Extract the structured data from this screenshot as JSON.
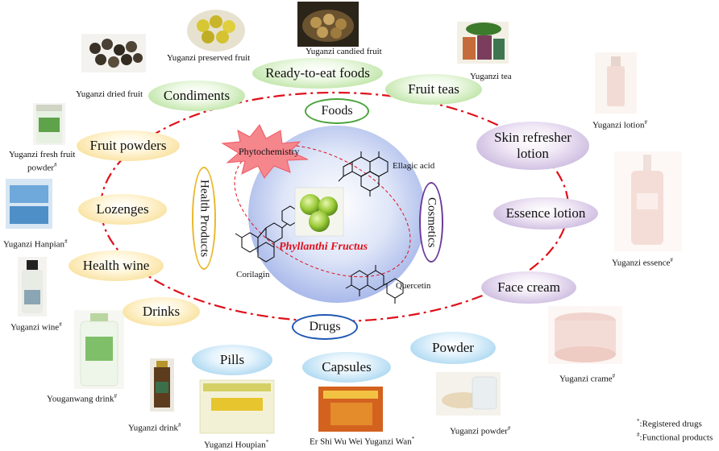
{
  "center": {
    "title": "Phyllanthi Fructus",
    "phytochemistry": "Phytochemistry",
    "compounds": [
      "Ellagic acid",
      "Corilagin",
      "Quercetin"
    ]
  },
  "sectors": {
    "foods": "Foods",
    "cosmetics": "Cosmetics",
    "drugs": "Drugs",
    "health_products": "Health Products"
  },
  "categories": {
    "condiments": "Condiments",
    "ready_to_eat": "Ready-to-eat foods",
    "fruit_teas": "Fruit  teas",
    "fruit_powders": "Fruit powders",
    "lozenges": "Lozenges",
    "health_wine": "Health wine",
    "drinks": "Drinks",
    "skin_refresher": "Skin refresher lotion",
    "essence_lotion": "Essence lotion",
    "face_cream": "Face cream",
    "pills": "Pills",
    "capsules": "Capsules",
    "powder": "Powder"
  },
  "products": {
    "dried_fruit": "Yuganzi dried fruit",
    "preserved_fruit": "Yuganzi preserved fruit",
    "candied_fruit": "Yuganzi candied fruit",
    "tea": "Yuganzi tea",
    "fresh_fruit_powder_1": "Yuganzi fresh fruit",
    "fresh_fruit_powder_2": "powder",
    "hanpian": "Yuganzi Hanpian",
    "wine": "Yuganzi wine",
    "youganwang": "Youganwang drink",
    "drink": "Yuganzi drink",
    "houpian": "Yuganzi Houpian",
    "wan": "Er Shi Wu Wei Yuganzi Wan",
    "powder": "Yuganzi powder",
    "crame": "Yuganzi crame",
    "essence": "Yuganzi essence",
    "lotion": "Yuganzi lotion"
  },
  "marks": {
    "registered": "*",
    "functional": "#"
  },
  "legend": {
    "registered": "Registered drugs",
    "functional": "Functional products"
  },
  "colors": {
    "green": "#a6da86",
    "yellow": "#f6d77f",
    "purple": "#b9a3d4",
    "blue": "#8ec9ec",
    "ring": "#e0101a",
    "title": "#e0101a"
  }
}
